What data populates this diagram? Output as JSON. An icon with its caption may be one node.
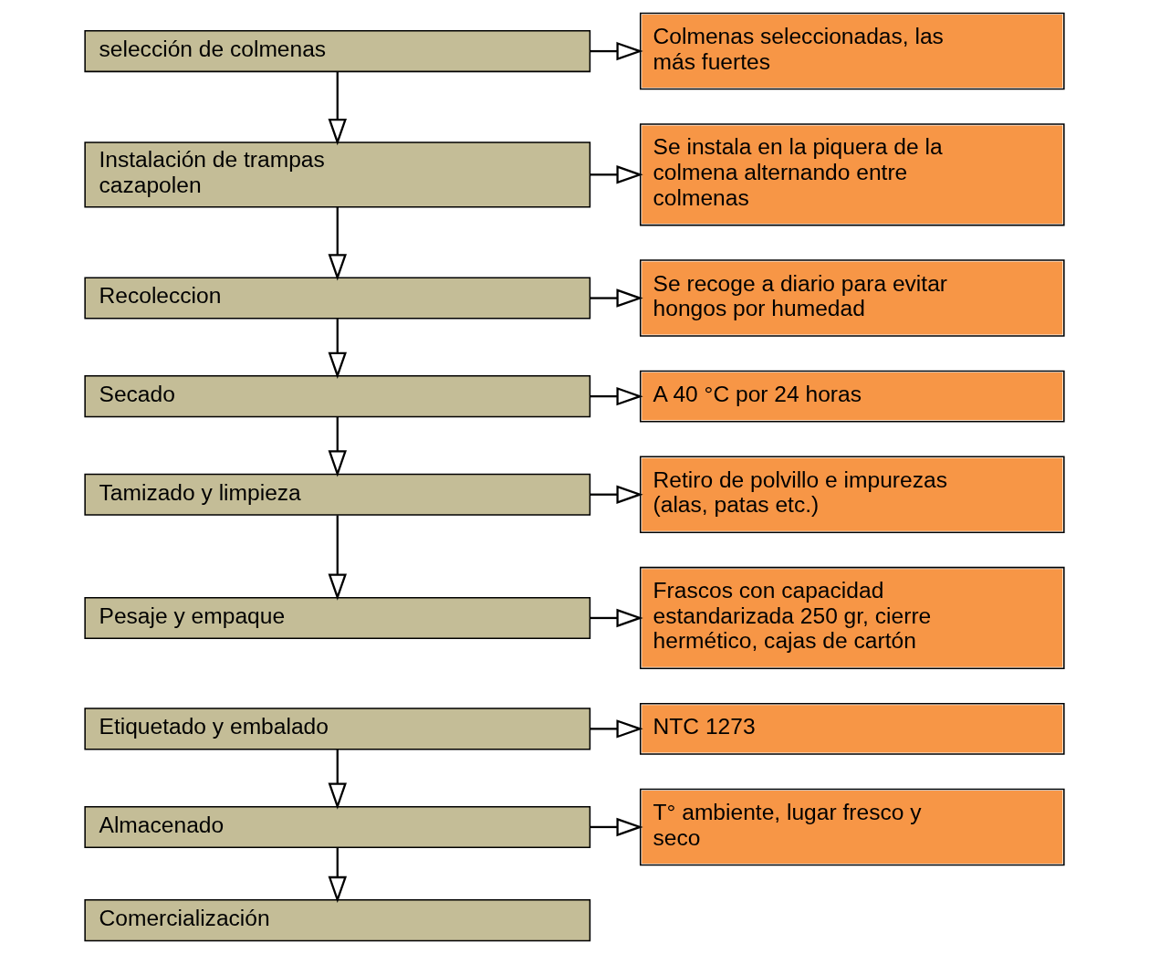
{
  "diagram": {
    "nodes": [
      {
        "text": [
          "selección de colmenas"
        ]
      },
      {
        "text": [
          "Instalación de trampas cazapolen"
        ]
      },
      {
        "text": [
          "Recoleccion"
        ]
      },
      {
        "text": [
          "Secado"
        ]
      },
      {
        "text": [
          "Tamizado y limpieza"
        ]
      },
      {
        "text": [
          "Pesaje y empaque"
        ]
      },
      {
        "text": [
          "Etiquetado y embalado"
        ]
      },
      {
        "text": [
          "Almacenado"
        ]
      },
      {
        "text": [
          "Comercialización"
        ]
      },
      {
        "text": [
          "Colmenas seleccionadas, las más fuertes"
        ]
      },
      {
        "text": [
          "Se instala en la piquera de la colmena alternando entre colmenas"
        ]
      },
      {
        "text": [
          "Se recoge a diario para evitar hongos por humedad"
        ]
      },
      {
        "text": [
          "A 40 °C por 24 horas"
        ]
      },
      {
        "text": [
          "Retiro de polvillo e impurezas (alas, patas etc.)"
        ]
      },
      {
        "text": [
          "Frascos con capacidad estandarizada 250 gr, cierre hermético, cajas de cartón"
        ]
      },
      {
        "text": [
          "NTC 1273"
        ]
      },
      {
        "text": [
          "T° ambiente, lugar fresco y seco"
        ]
      }
    ],
    "edges": [
      {
        "from": 0,
        "to": 1,
        "arrow": "to"
      },
      {
        "from": 1,
        "to": 2,
        "arrow": "to"
      },
      {
        "from": 2,
        "to": 3,
        "arrow": "to"
      },
      {
        "from": 3,
        "to": 4,
        "arrow": "to"
      },
      {
        "from": 4,
        "to": 5,
        "arrow": "to"
      },
      {
        "from": 6,
        "to": 7,
        "arrow": "to"
      },
      {
        "from": 7,
        "to": 8,
        "arrow": "to"
      },
      {
        "from": 0,
        "to": 9,
        "arrow": "to"
      },
      {
        "from": 1,
        "to": 10,
        "arrow": "to"
      },
      {
        "from": 2,
        "to": 11,
        "arrow": "to"
      },
      {
        "from": 3,
        "to": 12,
        "arrow": "to"
      },
      {
        "from": 4,
        "to": 13,
        "arrow": "to"
      },
      {
        "from": 5,
        "to": 14,
        "arrow": "to"
      },
      {
        "from": 6,
        "to": 15,
        "arrow": "to"
      },
      {
        "from": 7,
        "to": 16,
        "arrow": "to"
      }
    ]
  }
}
